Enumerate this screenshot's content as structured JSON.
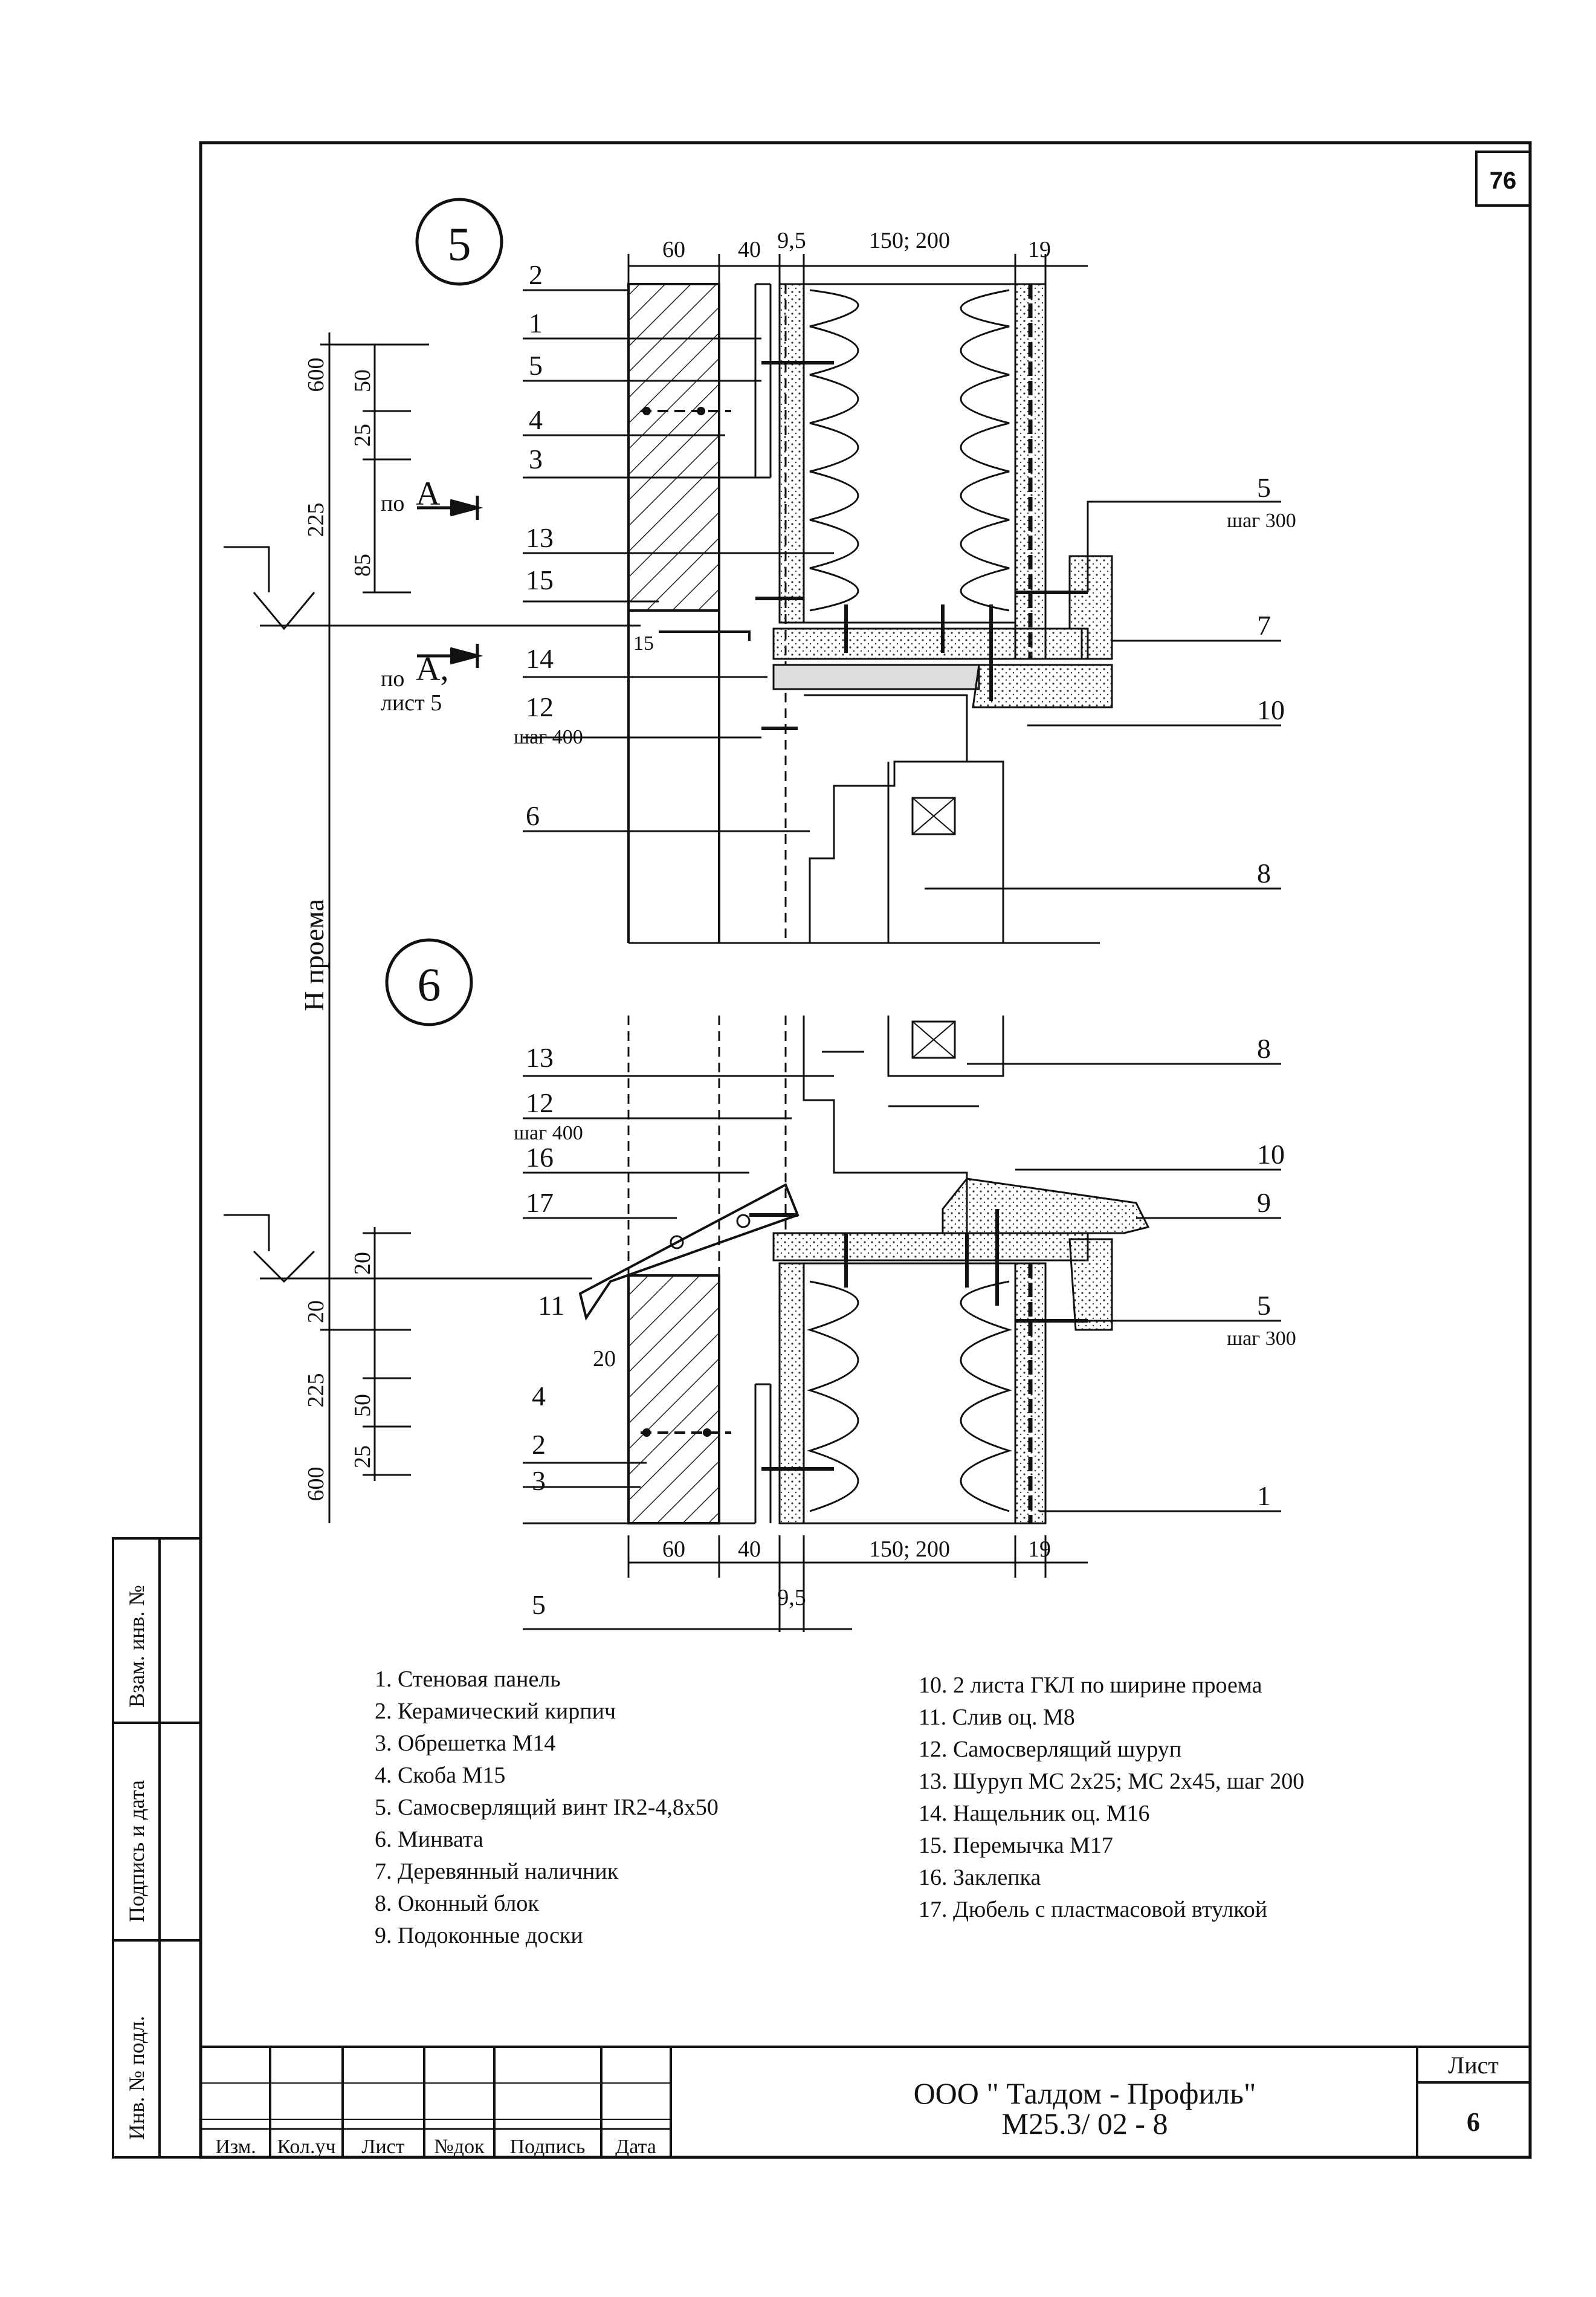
{
  "sheet_badge": "76",
  "details": [
    {
      "number": "5"
    },
    {
      "number": "6"
    }
  ],
  "detail5": {
    "dims_top": [
      "60",
      "40",
      "9,5",
      "150; 200",
      "19"
    ],
    "dims_left": [
      "600",
      "50",
      "25",
      "225",
      "85"
    ],
    "dim_small": "15",
    "section_marks": [
      "по",
      "А",
      "по",
      "А,",
      "лист 5"
    ],
    "callouts_left": [
      "2",
      "1",
      "5",
      "4",
      "3",
      "13",
      "15",
      "14",
      "12",
      "6"
    ],
    "callout_12_note": "шаг 400",
    "callouts_right": [
      "5",
      "7",
      "10",
      "8"
    ],
    "callout_5_note": "шаг 300"
  },
  "side_dim": "Н проема",
  "detail6": {
    "callouts_left": [
      "13",
      "12",
      "16",
      "17",
      "11",
      "4",
      "2",
      "3",
      "5"
    ],
    "callout_12_note": "шаг 400",
    "callouts_right": [
      "8",
      "10",
      "9",
      "5",
      "1"
    ],
    "callout_5_note": "шаг 300",
    "dims_left": [
      "20",
      "20",
      "225",
      "50",
      "600",
      "25"
    ],
    "dim_small": "20",
    "dims_bottom": [
      "60",
      "40",
      "150; 200",
      "19",
      "9,5"
    ]
  },
  "legend": {
    "left": [
      "1. Стеновая панель",
      "2. Керамический кирпич",
      "3. Обрешетка М14",
      "4. Скоба М15",
      "5. Самосверлящий винт IR2-4,8x50",
      "6. Минвата",
      "7. Деревянный наличник",
      "8. Оконный блок",
      "9. Подоконные доски"
    ],
    "right": [
      "10. 2 листа ГКЛ по ширине проема",
      "11. Слив оц. М8",
      "12. Самосверлящий шуруп",
      "13. Шуруп МС 2х25; МС 2х45, шаг 200",
      "14. Нащельник оц. М16",
      "15. Перемычка М17",
      "16. Заклепка",
      "17. Дюбель с пластмасовой втулкой"
    ]
  },
  "side_stamp": [
    "Взам. инв. №",
    "Подпись и дата",
    "Инв. № подл."
  ],
  "title_block": {
    "columns": [
      "Изм.",
      "Кол.уч",
      "Лист",
      "№док",
      "Подпись",
      "Дата"
    ],
    "company": "ООО \" Талдом - Профиль\"",
    "code": "М25.3/ 02 - 8",
    "sheet_label": "Лист",
    "sheet_number": "6"
  }
}
